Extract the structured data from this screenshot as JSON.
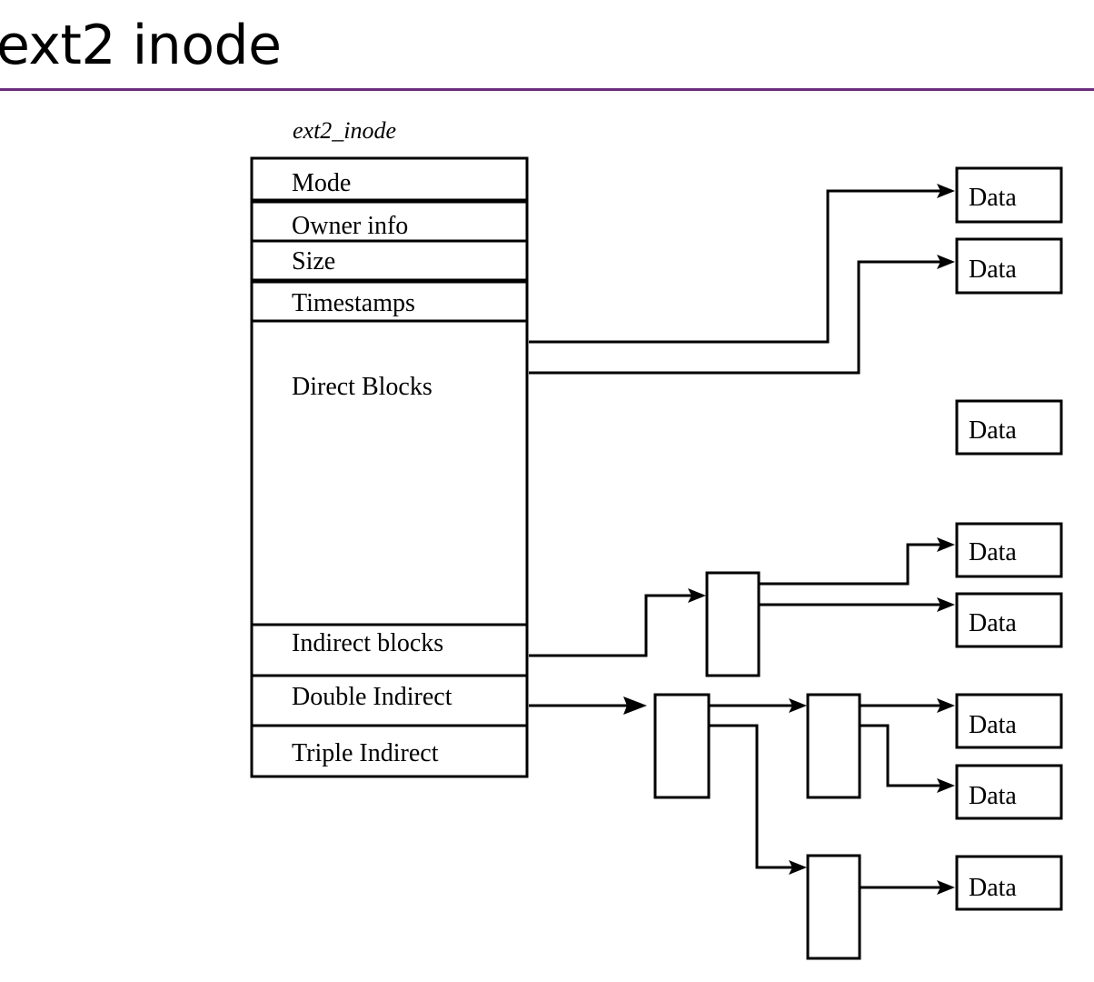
{
  "slide": {
    "title": "ext2 inode",
    "accent_color": "#6a2c7d"
  },
  "diagram": {
    "caption": "ext2_inode",
    "inode_fields": [
      "Mode",
      "Owner info",
      "Size",
      "Timestamps",
      "Direct Blocks",
      "Indirect blocks",
      "Double Indirect",
      "Triple Indirect"
    ],
    "data_label": "Data"
  }
}
